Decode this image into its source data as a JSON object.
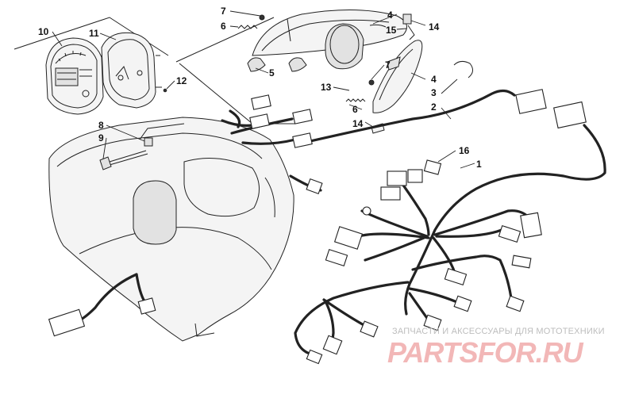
{
  "callouts": [
    {
      "id": "c1",
      "text": "1"
    },
    {
      "id": "c2",
      "text": "2"
    },
    {
      "id": "c3",
      "text": "3"
    },
    {
      "id": "c4a",
      "text": "4"
    },
    {
      "id": "c4b",
      "text": "4"
    },
    {
      "id": "c5",
      "text": "5"
    },
    {
      "id": "c6a",
      "text": "6"
    },
    {
      "id": "c6b",
      "text": "6"
    },
    {
      "id": "c7a",
      "text": "7"
    },
    {
      "id": "c7b",
      "text": "7"
    },
    {
      "id": "c8",
      "text": "8"
    },
    {
      "id": "c9",
      "text": "9"
    },
    {
      "id": "c10",
      "text": "10"
    },
    {
      "id": "c11",
      "text": "11"
    },
    {
      "id": "c12",
      "text": "12"
    },
    {
      "id": "c13",
      "text": "13"
    },
    {
      "id": "c14a",
      "text": "14"
    },
    {
      "id": "c14b",
      "text": "14"
    },
    {
      "id": "c15",
      "text": "15"
    },
    {
      "id": "c16",
      "text": "16"
    }
  ],
  "watermark": {
    "caption": "ЗАПЧАСТИ И АКСЕССУАРЫ ДЛЯ МОТОТЕХНИКИ",
    "logo": "PARTSFOR.RU"
  }
}
